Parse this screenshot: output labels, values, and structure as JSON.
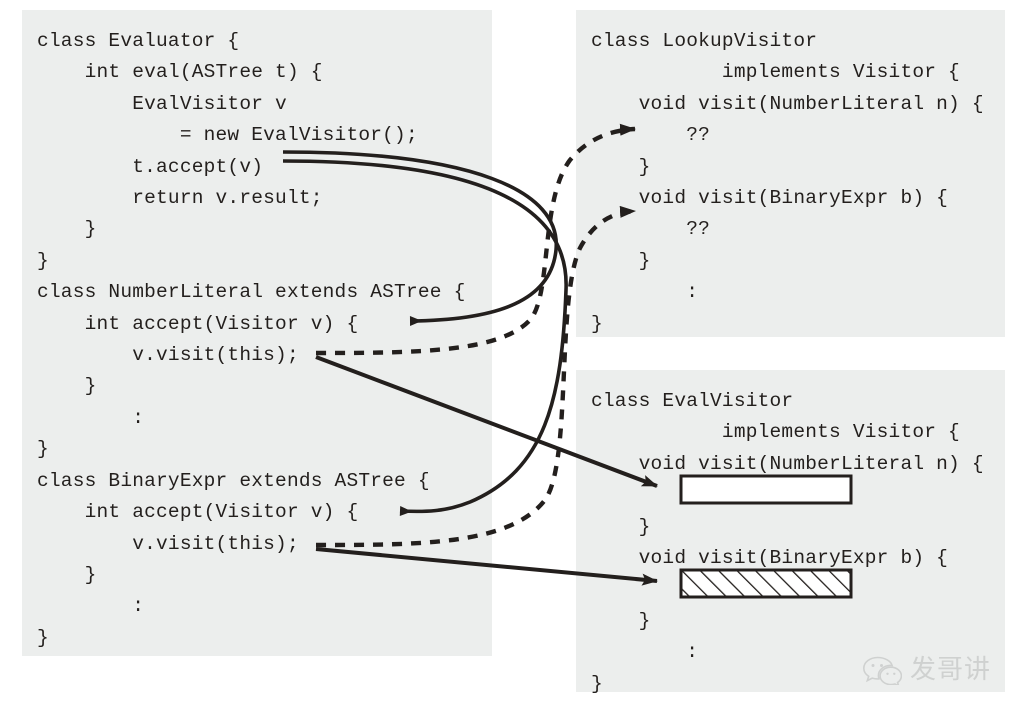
{
  "figure": {
    "kind": "visitor-pattern-code-diagram",
    "background": "#ffffff",
    "panel_bg": "#eceeed",
    "ink": "#231f1d"
  },
  "panels": {
    "evaluator": {
      "name": "Evaluator / ASTree classes",
      "code": "class Evaluator {\n    int eval(ASTree t) {\n        EvalVisitor v\n            = new EvalVisitor();\n        t.accept(v)\n        return v.result;\n    }\n}\nclass NumberLiteral extends ASTree {\n    int accept(Visitor v) {\n        v.visit(this);\n    }\n        :\n}\nclass BinaryExpr extends ASTree {\n    int accept(Visitor v) {\n        v.visit(this);\n    }\n        :\n}"
    },
    "lookup_visitor": {
      "name": "LookupVisitor class",
      "code": "class LookupVisitor\n           implements Visitor {\n    void visit(NumberLiteral n) {\n        ??\n    }\n    void visit(BinaryExpr b) {\n        ??\n    }\n        :\n}"
    },
    "eval_visitor": {
      "name": "EvalVisitor class",
      "code": "class EvalVisitor\n           implements Visitor {\n    void visit(NumberLiteral n) {\n\n    }\n    void visit(BinaryExpr b) {\n\n    }\n        :\n}"
    }
  },
  "placeholder_boxes": [
    {
      "label": "empty-body-box",
      "fill": "white",
      "pattern": "none"
    },
    {
      "label": "hatched-body-box",
      "fill": "white",
      "pattern": "diagonal-stripes"
    }
  ],
  "connectors": [
    {
      "id": "accept-to-numberliteral-accept",
      "style": "solid",
      "from": "t.accept(v)",
      "to": "NumberLiteral.accept"
    },
    {
      "id": "accept-to-binaryexpr-accept",
      "style": "solid",
      "from": "t.accept(v)",
      "to": "BinaryExpr.accept"
    },
    {
      "id": "numberliteral-visit-to-lookup-numberliteral",
      "style": "dashed",
      "from": "NumberLiteral v.visit(this)",
      "to": "LookupVisitor.visit(NumberLiteral)"
    },
    {
      "id": "binaryexpr-visit-to-lookup-binaryexpr",
      "style": "dashed",
      "from": "BinaryExpr v.visit(this)",
      "to": "LookupVisitor.visit(BinaryExpr)"
    },
    {
      "id": "numberliteral-visit-to-eval-numberliteral",
      "style": "solid",
      "from": "NumberLiteral v.visit(this)",
      "to": "EvalVisitor.visit(NumberLiteral)"
    },
    {
      "id": "binaryexpr-visit-to-eval-binaryexpr",
      "style": "solid",
      "from": "BinaryExpr v.visit(this)",
      "to": "EvalVisitor.visit(BinaryExpr)"
    }
  ],
  "watermark": {
    "text": "发哥讲",
    "icon": "wechat-logo",
    "color": "#b9bbba"
  }
}
